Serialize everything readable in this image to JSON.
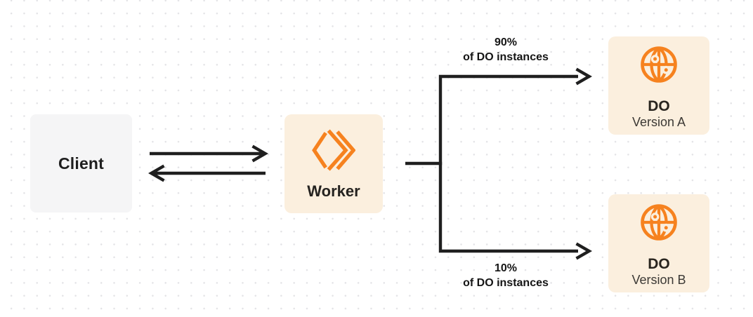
{
  "diagram": {
    "client": {
      "label": "Client"
    },
    "worker": {
      "label": "Worker"
    },
    "branches": {
      "a": {
        "percent": "90%",
        "caption": "of DO instances"
      },
      "b": {
        "percent": "10%",
        "caption": "of DO instances"
      }
    },
    "durable_objects": {
      "a": {
        "title": "DO",
        "subtitle": "Version A"
      },
      "b": {
        "title": "DO",
        "subtitle": "Version B"
      }
    }
  },
  "colors": {
    "accent_orange": "#F6821F",
    "node_cream": "#FBEFDE",
    "node_gray": "#F5F5F6",
    "connector_dark": "#1F1F1F",
    "dot_grid": "#E3E3E6",
    "background": "#FFFFFF"
  },
  "icons": {
    "worker": "workers-chevrons-icon",
    "durable_object": "globe-icon"
  }
}
